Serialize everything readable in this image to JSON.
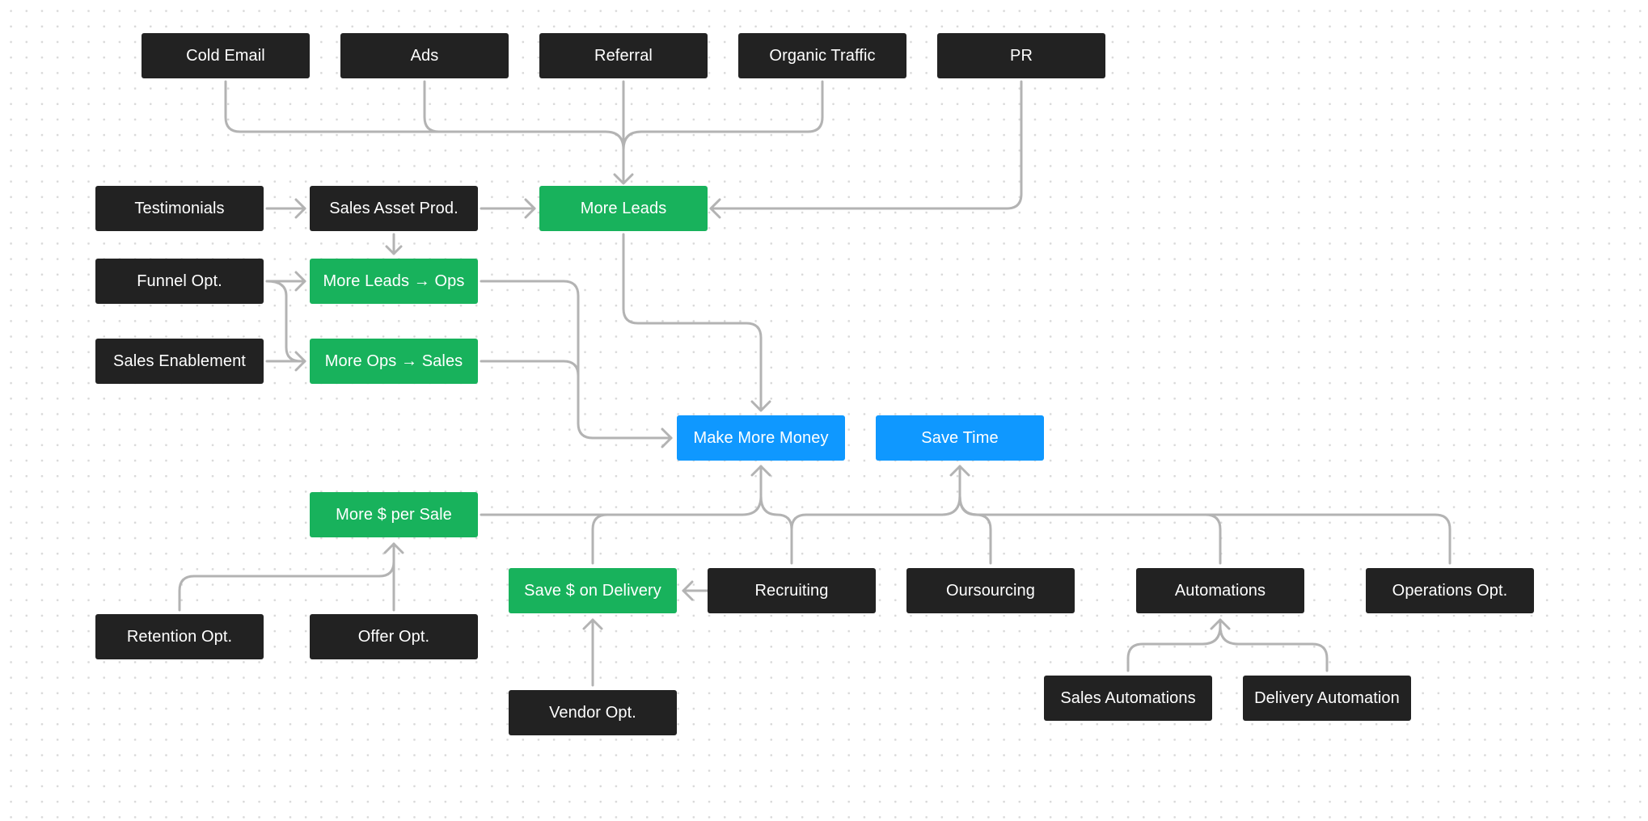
{
  "colors": {
    "dark": "#222222",
    "green": "#18b25c",
    "blue": "#0f98ff",
    "connector": "#b3b3b3"
  },
  "nodes": {
    "cold_email": "Cold Email",
    "ads": "Ads",
    "referral": "Referral",
    "organic_traffic": "Organic Traffic",
    "pr": "PR",
    "testimonials": "Testimonials",
    "sales_asset_prod": "Sales Asset Prod.",
    "more_leads": "More Leads",
    "funnel_opt": "Funnel Opt.",
    "more_leads_ops": "More Leads → Ops",
    "sales_enablement": "Sales Enablement",
    "more_ops_sales": "More Ops → Sales",
    "make_more_money": "Make More Money",
    "save_time": "Save Time",
    "more_per_sale": "More $ per Sale",
    "save_on_delivery": "Save $ on Delivery",
    "recruiting": "Recruiting",
    "oursourcing": "Oursourcing",
    "automations": "Automations",
    "operations_opt": "Operations Opt.",
    "retention_opt": "Retention Opt.",
    "offer_opt": "Offer Opt.",
    "vendor_opt": "Vendor Opt.",
    "sales_automations": "Sales Automations",
    "delivery_automation": "Delivery Automation"
  }
}
